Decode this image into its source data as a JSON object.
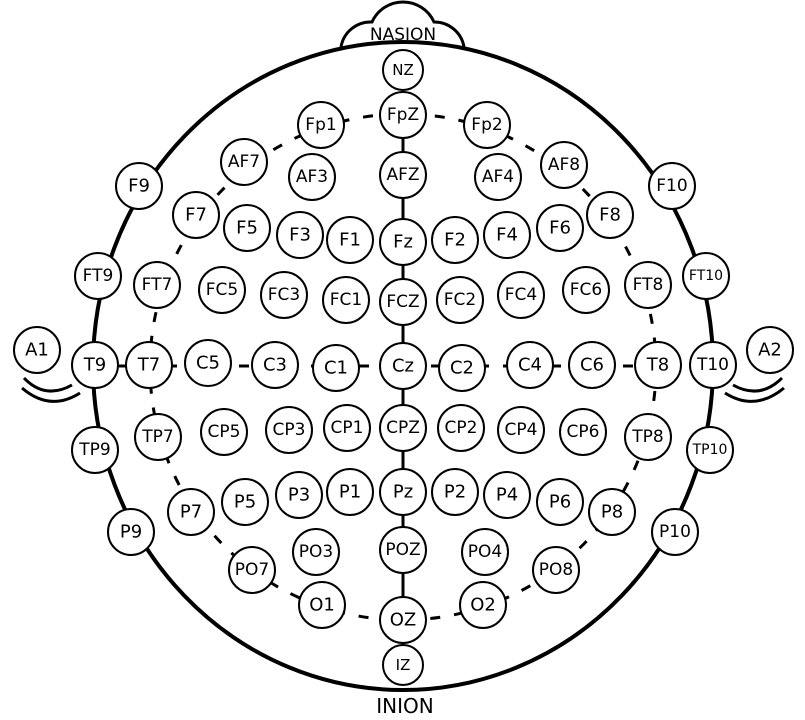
{
  "landmarks": {
    "top": "NASION",
    "bottom": "INION"
  },
  "colors": {
    "stroke": "#000000",
    "fill": "#ffffff"
  },
  "electrodes": [
    "NZ",
    "FpZ",
    "Fp1",
    "Fp2",
    "AF7",
    "AF3",
    "AFZ",
    "AF4",
    "AF8",
    "F9",
    "F10",
    "F7",
    "F5",
    "F3",
    "F1",
    "Fz",
    "F2",
    "F4",
    "F6",
    "F8",
    "FT9",
    "FT10",
    "FT7",
    "FC5",
    "FC3",
    "FC1",
    "FCZ",
    "FC2",
    "FC4",
    "FC6",
    "FT8",
    "A1",
    "A2",
    "T9",
    "T7",
    "C5",
    "C3",
    "C1",
    "Cz",
    "C2",
    "C4",
    "C6",
    "T8",
    "T10",
    "TP9",
    "TP7",
    "CP5",
    "CP3",
    "CP1",
    "CPZ",
    "CP2",
    "CP4",
    "CP6",
    "TP8",
    "TP10",
    "P7",
    "P5",
    "P3",
    "P1",
    "Pz",
    "P2",
    "P4",
    "P6",
    "P8",
    "P9",
    "P10",
    "PO7",
    "PO3",
    "POZ",
    "PO4",
    "PO8",
    "O1",
    "OZ",
    "O2",
    "IZ"
  ]
}
